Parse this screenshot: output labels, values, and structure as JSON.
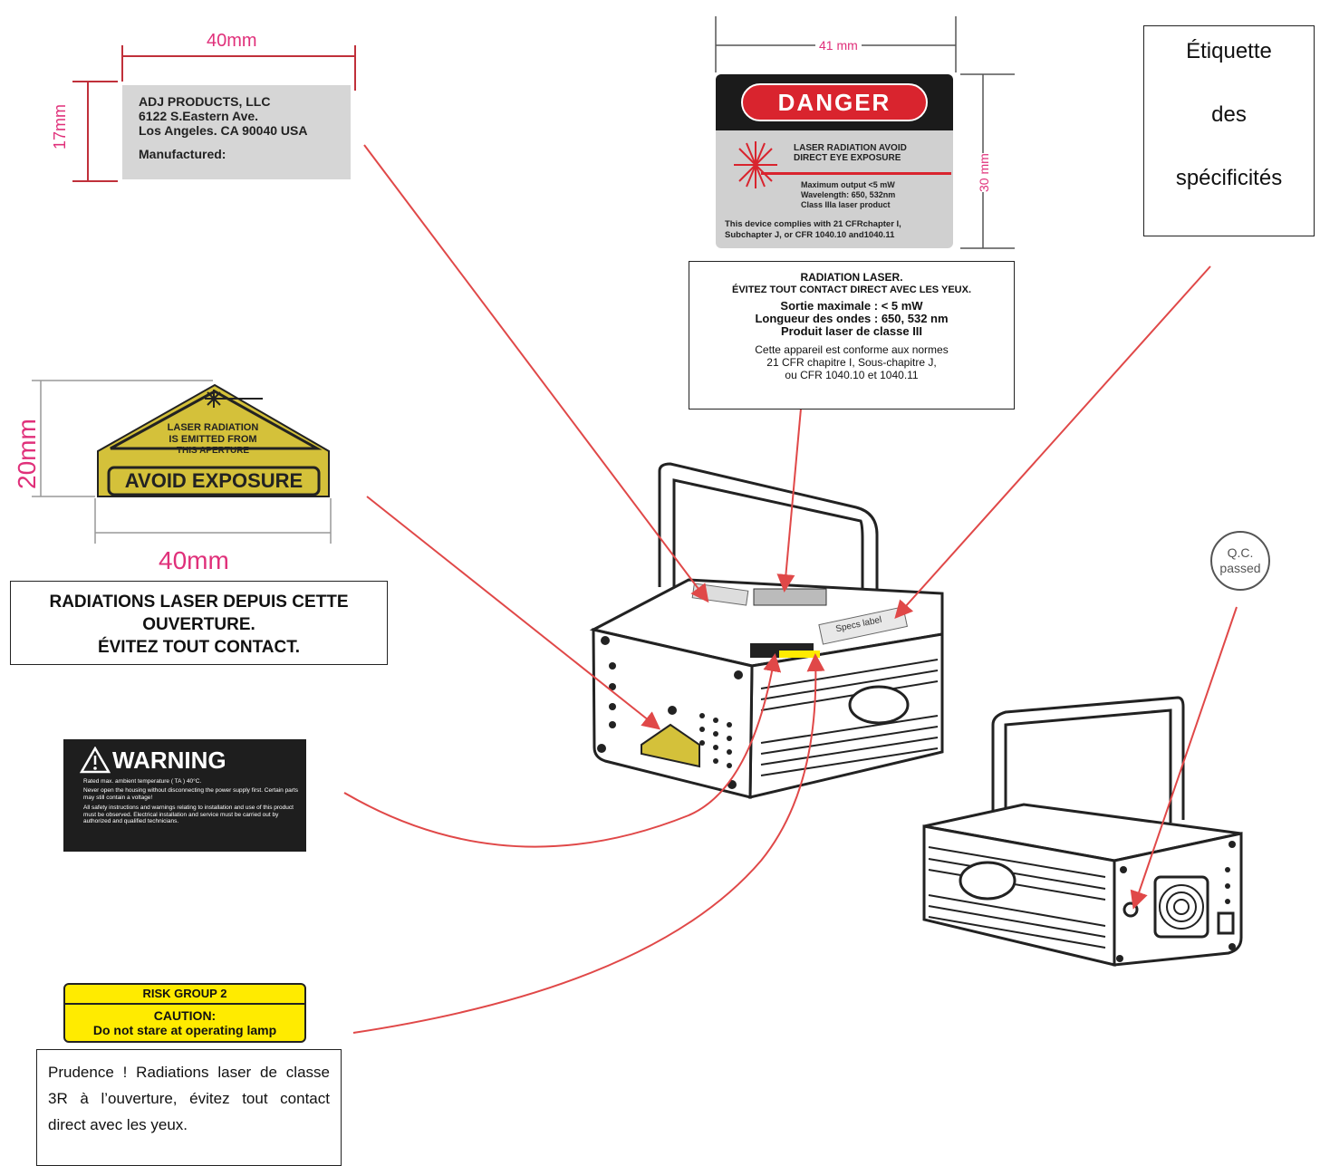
{
  "adj_label": {
    "width_dim": "40mm",
    "height_dim": "17mm",
    "line1": "ADJ PRODUCTS, LLC",
    "line2": "6122 S.Eastern Ave.",
    "line3": "Los Angeles. CA 90040 USA",
    "line4": "Manufactured:"
  },
  "danger_label": {
    "width_dim": "41 mm",
    "height_dim": "30 mm",
    "title": "DANGER",
    "line1": "LASER RADIATION  AVOID",
    "line2": "DIRECT EYE EXPOSURE",
    "line3": "Maximum output <5 mW",
    "line4": "Wavelength: 650, 532nm",
    "line5": "Class IIIa laser product",
    "line6": "This device complies with 21 CFRchapter I,",
    "line7": "Subchapter J, or CFR 1040.10 and1040.11"
  },
  "danger_fr": {
    "line1": "RADIATION LASER.",
    "line2": "ÉVITEZ TOUT CONTACT DIRECT AVEC LES YEUX.",
    "line3": "Sortie maximale : < 5 mW",
    "line4": "Longueur des ondes :  650, 532 nm",
    "line5": "Produit laser de classe III",
    "line6": "Cette appareil est conforme aux normes",
    "line7": "21 CFR chapitre I, Sous-chapitre J,",
    "line8": "ou CFR 1040.10 et 1040.11"
  },
  "spec_label": {
    "line1": "Étiquette",
    "line2": "des",
    "line3": "spécificités"
  },
  "aperture_label": {
    "height_dim": "20mm",
    "width_dim": "40mm",
    "line1": "LASER RADIATION",
    "line2": "IS EMITTED FROM",
    "line3": "THIS  APERTURE",
    "line4": "AVOID EXPOSURE"
  },
  "aperture_fr": {
    "line1": "RADIATIONS LASER DEPUIS CETTE",
    "line2": "OUVERTURE.",
    "line3": "ÉVITEZ TOUT CONTACT."
  },
  "warning_label": {
    "title": "WARNING",
    "bullet1": "Rated max. ambient temperature ( TA ) 40°C.",
    "bullet2": "Never open the housing without disconnecting the power supply first. Certain parts may still contain a voltage!",
    "bullet3": "All safety instructions and warnings relating to installation and use of this product must be observed. Electrical installation and service must be carried out by authorized and qualified technicians."
  },
  "risk_label": {
    "line1": "RISK GROUP 2",
    "line2": "CAUTION:",
    "line3": "Do not stare at operating lamp"
  },
  "caution_fr": {
    "text": "Prudence ! Radiations laser de classe 3R à l’ouverture, évitez tout contact direct avec les yeux."
  },
  "qc_badge": {
    "line1": "Q.C.",
    "line2": "passed"
  },
  "device_spec_label": {
    "text": "Specs label"
  },
  "colors": {
    "dimension": "#e0307a",
    "arrow": "#e04848",
    "danger_red": "#d9242e",
    "caution_yellow": "#ffeb00",
    "aperture_gold": "#d4c13a"
  }
}
